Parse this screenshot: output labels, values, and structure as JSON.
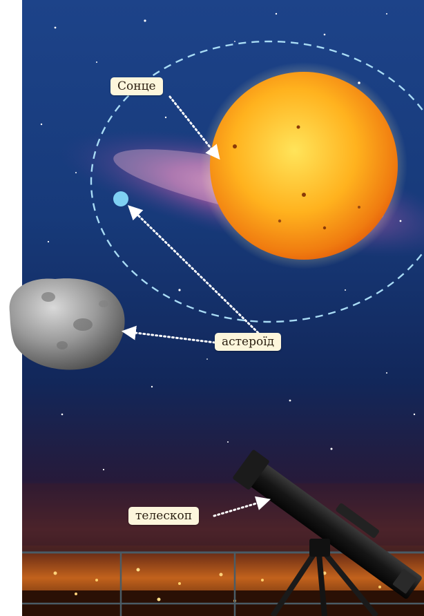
{
  "labels": {
    "sun": "Сонце",
    "asteroid": "астероїд",
    "telescope": "телескоп"
  },
  "icons": [
    "sun-icon",
    "asteroid-icon",
    "telescope-icon",
    "orbit-path",
    "asteroid-marker"
  ],
  "colors": {
    "sky_top": "#1b3f82",
    "sky_mid": "#14295c",
    "sky_bottom": "#0b0f26",
    "sun_core": "#ffd23a",
    "sun_edge": "#f08a12",
    "galaxy": "#c46ab8",
    "orbit": "#a9dcf5",
    "asteroid_marker": "#7fd0f3",
    "label_bg": "#fdf6dc",
    "city_lights": "#ffb53a"
  }
}
